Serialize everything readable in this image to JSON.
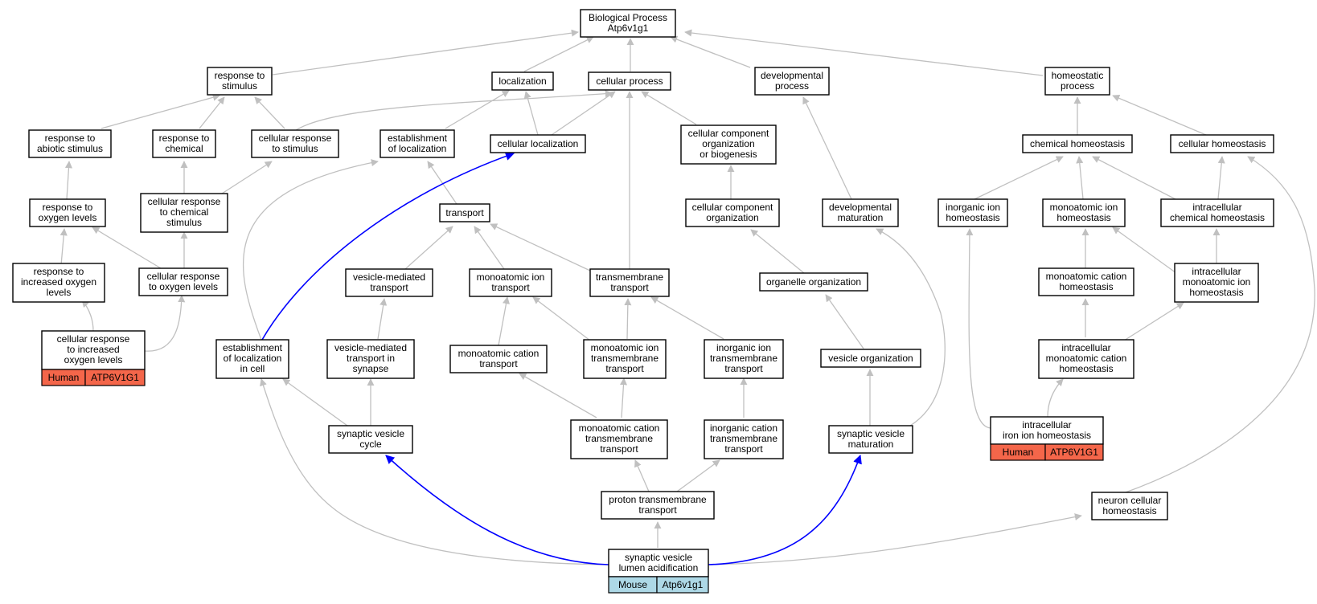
{
  "root": {
    "line1": "Biological Process",
    "line2": "Atp6v1g1"
  },
  "terms": {
    "response_to_stimulus": "response to stimulus",
    "localization": "localization",
    "cellular_process": "cellular process",
    "developmental_process": "developmental process",
    "homeostatic_process": "homeostatic process",
    "response_to_abiotic_stimulus": "response to abiotic stimulus",
    "response_to_chemical": "response to chemical",
    "cellular_response_to_stimulus": "cellular response to stimulus",
    "establishment_of_localization": "establishment of localization",
    "cellular_localization": "cellular localization",
    "cellular_component_organization_or_biogenesis": "cellular component organization or biogenesis",
    "chemical_homeostasis": "chemical homeostasis",
    "cellular_homeostasis": "cellular homeostasis",
    "response_to_oxygen_levels": "response to oxygen levels",
    "cellular_response_to_chemical_stimulus": "cellular response to chemical stimulus",
    "transport": "transport",
    "cellular_component_organization": "cellular component organization",
    "developmental_maturation": "developmental maturation",
    "inorganic_ion_homeostasis": "inorganic ion homeostasis",
    "monoatomic_ion_homeostasis": "monoatomic ion homeostasis",
    "intracellular_chemical_homeostasis": "intracellular chemical homeostasis",
    "response_to_increased_oxygen_levels": "response to increased oxygen levels",
    "cellular_response_to_oxygen_levels": "cellular response to oxygen levels",
    "vesicle_mediated_transport": "vesicle-mediated transport",
    "monoatomic_ion_transport": "monoatomic ion transport",
    "transmembrane_transport": "transmembrane transport",
    "organelle_organization": "organelle organization",
    "monoatomic_cation_homeostasis": "monoatomic cation homeostasis",
    "intracellular_monoatomic_ion_homeostasis": "intracellular monoatomic ion homeostasis",
    "cellular_response_to_increased_oxygen_levels": "cellular response to increased oxygen levels",
    "establishment_of_localization_in_cell": "establishment of localization in cell",
    "vesicle_mediated_transport_in_synapse": "vesicle-mediated transport in synapse",
    "monoatomic_cation_transport": "monoatomic cation transport",
    "monoatomic_ion_transmembrane_transport": "monoatomic ion transmembrane transport",
    "inorganic_ion_transmembrane_transport": "inorganic ion transmembrane transport",
    "vesicle_organization": "vesicle organization",
    "intracellular_monoatomic_cation_homeostasis": "intracellular monoatomic cation homeostasis",
    "synaptic_vesicle_cycle": "synaptic vesicle cycle",
    "monoatomic_cation_transmembrane_transport": "monoatomic cation transmembrane transport",
    "inorganic_cation_transmembrane_transport": "inorganic cation transmembrane transport",
    "synaptic_vesicle_maturation": "synaptic vesicle maturation",
    "intracellular_iron_ion_homeostasis": "intracellular iron ion homeostasis",
    "proton_transmembrane_transport": "proton transmembrane transport",
    "neuron_cellular_homeostasis": "neuron cellular homeostasis",
    "synaptic_vesicle_lumen_acidification": "synaptic vesicle lumen acidification"
  },
  "annotations": {
    "cellular_response_to_increased_oxygen_levels": {
      "species": "Human",
      "gene": "ATP6V1G1"
    },
    "intracellular_iron_ion_homeostasis": {
      "species": "Human",
      "gene": "ATP6V1G1"
    },
    "synaptic_vesicle_lumen_acidification": {
      "species": "Mouse",
      "gene": "Atp6v1g1"
    }
  },
  "colors": {
    "human_badge": "#f4664a",
    "mouse_badge": "#add8e6",
    "edge_gray": "#c0c0c0",
    "edge_blue": "#0000ff"
  }
}
